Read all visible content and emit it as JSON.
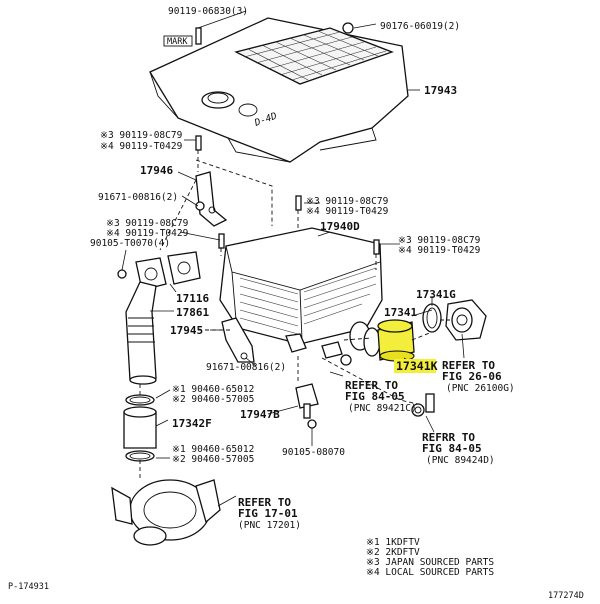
{
  "labels": {
    "p_90119_06830": "90119-06830(3)",
    "p_90176_06019": "90176-06019(2)",
    "mark": "MARK",
    "p_17943": "17943",
    "l_left_a1": "※3 90119-08C79",
    "l_left_a2": "※4 90119-T0429",
    "p_17946": "17946",
    "p_91671_a": "91671-00816(2)",
    "l_left_b1": "※3 90119-08C79",
    "l_left_b2": "※4 90119-T0429",
    "p_90105_t0070": "90105-T0070(4)",
    "l_mid_1": "※3 90119-08C79",
    "l_mid_2": "※4 90119-T0429",
    "p_17940d": "17940D",
    "l_right_1": "※3 90119-08C79",
    "l_right_2": "※4 90119-T0429",
    "p_17116": "17116",
    "p_17861": "17861",
    "p_17945": "17945",
    "p_17341g": "17341G",
    "p_17341": "17341",
    "refer_26_1": "REFER TO",
    "refer_26_2": "FIG 26-06",
    "refer_26_3": "(PNC 26100G)",
    "p_91671_b": "91671-00816(2)",
    "p_17341k": "17341K",
    "refer_84a_1": "REFER TO",
    "refer_84a_2": "FIG 84-05",
    "refer_84a_3": "(PNC 89421C)",
    "l_clamp_1": "※1 90460-65012",
    "l_clamp_2": "※2 90460-57005",
    "p_17947b": "17947B",
    "p_17342f": "17342F",
    "refer_84b_1": "REFRR TO",
    "refer_84b_2": "FIG 84-05",
    "refer_84b_3": "(PNC 89424D)",
    "p_90105_08070": "90105-08070",
    "l_clamp_3": "※1 90460-65012",
    "l_clamp_4": "※2 90460-57005",
    "refer_17_1": "REFER TO",
    "refer_17_2": "FIG 17-01",
    "refer_17_3": "(PNC 17201)",
    "legend_1": "※1 1KDFTV",
    "legend_2": "※2 2KDFTV",
    "legend_3": "※3 JAPAN SOURCED PARTS",
    "legend_4": "※4 LOCAL SOURCED PARTS",
    "fig_id": "P-174931",
    "corner_code": "177274D"
  },
  "colors": {
    "highlight": "#f3ee3c",
    "line": "#111111"
  }
}
